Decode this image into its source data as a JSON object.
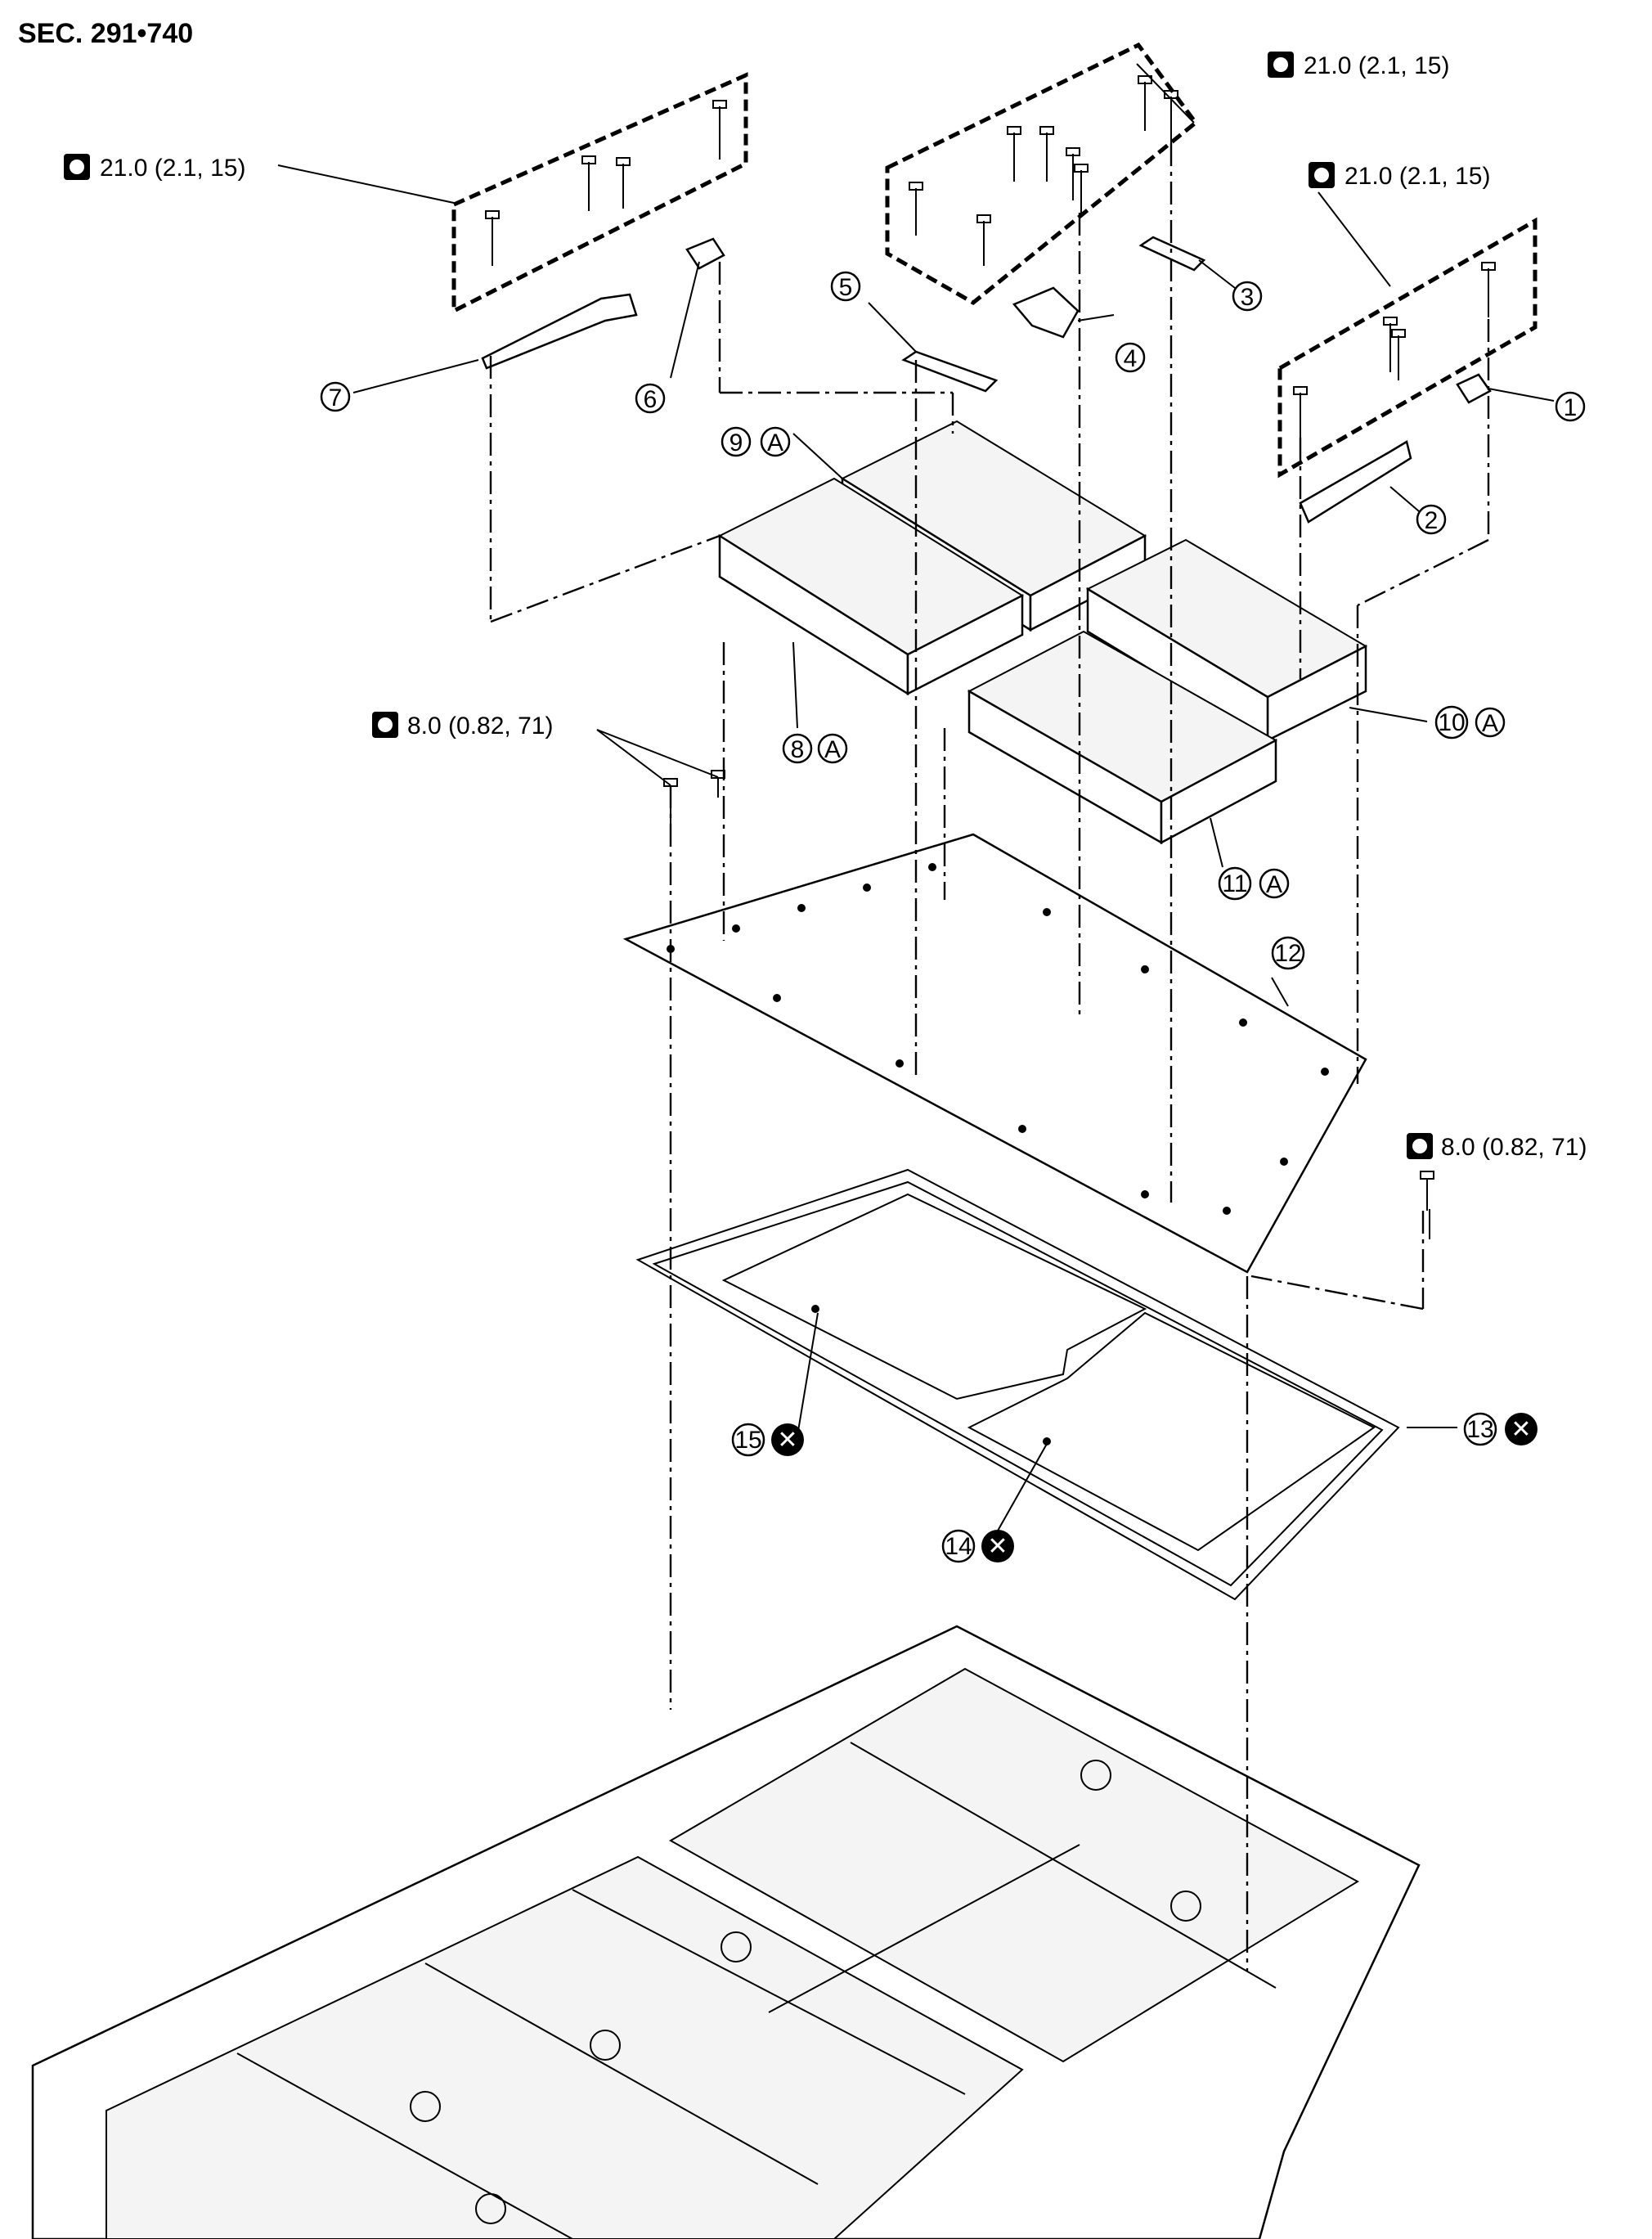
{
  "section_label": "SEC. 291•740",
  "torque_specs": {
    "t1": "21.0 (2.1, 15)",
    "t2": "21.0 (2.1, 15)",
    "t3": "21.0 (2.1, 15)",
    "t4": "8.0 (0.82, 71)",
    "t5": "8.0 (0.82, 71)"
  },
  "callouts": [
    "1",
    "2",
    "3",
    "4",
    "5",
    "6",
    "7",
    "8",
    "9",
    "10",
    "11",
    "12",
    "13",
    "14",
    "15"
  ],
  "marks": {
    "a": "A",
    "x": "✕"
  },
  "icons": {
    "torque": "torque-wrench-icon",
    "replace": "do-not-reuse-icon"
  }
}
